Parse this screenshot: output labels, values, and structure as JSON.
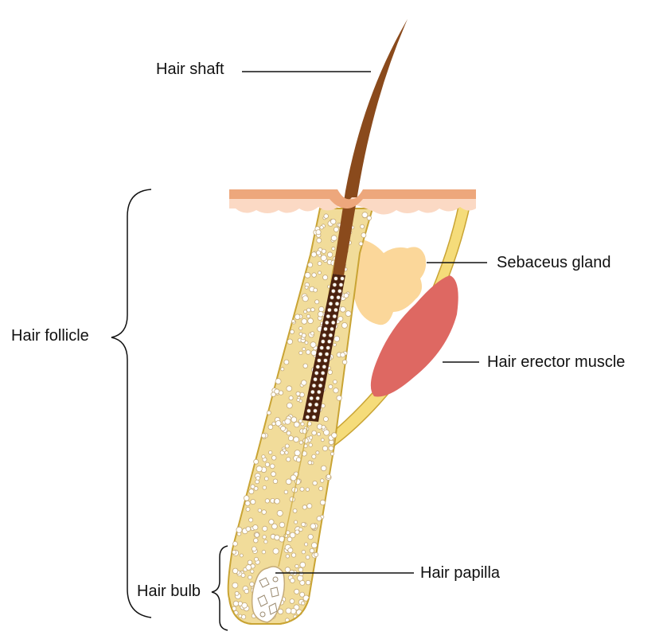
{
  "labels": {
    "hair_shaft": "Hair shaft",
    "sebaceus_gland": "Sebaceus gland",
    "hair_follicle": "Hair follicle",
    "hair_erector_muscle": "Hair erector muscle",
    "hair_bulb": "Hair bulb",
    "hair_papilla": "Hair papilla"
  },
  "colors": {
    "skin_top": "#eda77c",
    "skin_bottom": "#fbd9c4",
    "follicle_fill": "#f1dc9a",
    "follicle_outline": "#c9a434",
    "cell_fill": "#ffffff",
    "cell_outline": "#c4aa78",
    "hair_shaft": "#8a4a1c",
    "hair_root": "#4a2110",
    "gland": "#fbd79a",
    "muscle": "#de6862",
    "arrector_band": "#f5dc7a",
    "leader_line": "#111111"
  }
}
